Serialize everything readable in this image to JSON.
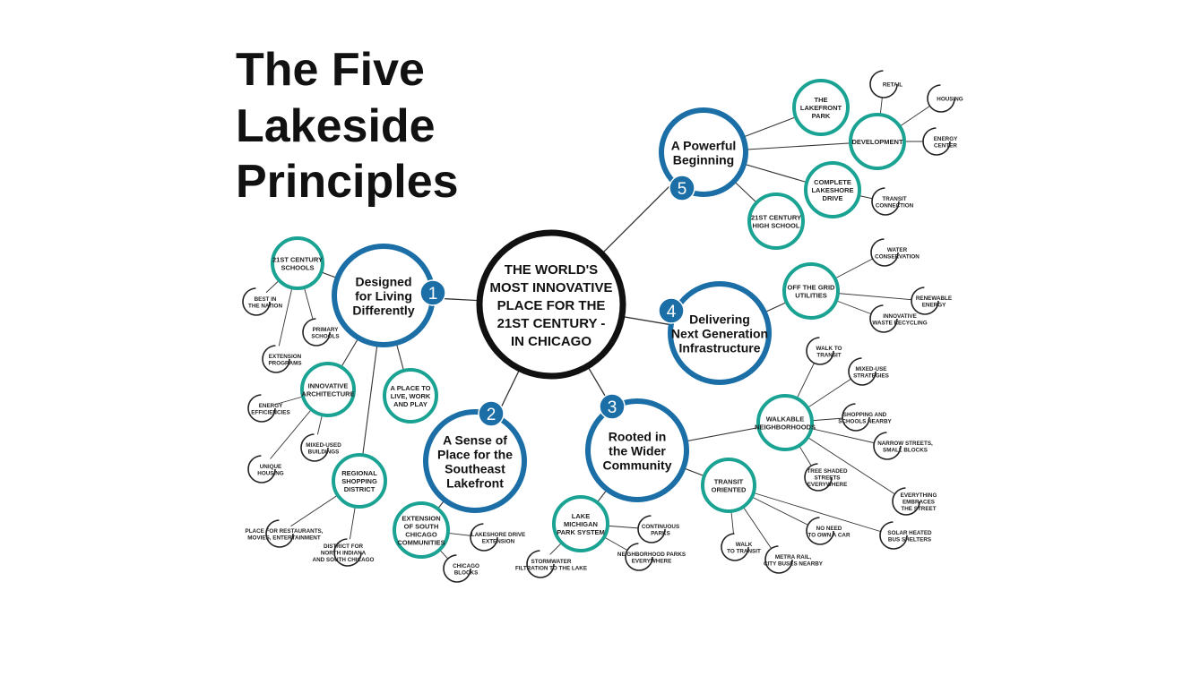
{
  "title": {
    "lines": [
      "The Five",
      "Lakeside",
      "Principles"
    ]
  },
  "colors": {
    "principle": "#1b6fa6",
    "topic": "#1aa393",
    "center": "#111111",
    "leaf": "#222222"
  },
  "center": {
    "lines": [
      "THE WORLD'S",
      "MOST INNOVATIVE",
      "PLACE FOR THE",
      "21ST CENTURY -",
      "IN CHICAGO"
    ]
  },
  "principles": [
    {
      "id": "p1",
      "number": "1",
      "lines": [
        "Designed",
        "for Living",
        "Differently"
      ]
    },
    {
      "id": "p2",
      "number": "2",
      "lines": [
        "A Sense of",
        "Place for the",
        "Southeast",
        "Lakefront"
      ]
    },
    {
      "id": "p3",
      "number": "3",
      "lines": [
        "Rooted in",
        "the Wider",
        "Community"
      ]
    },
    {
      "id": "p4",
      "number": "4",
      "lines": [
        "Delivering",
        "Next Generation",
        "Infrastructure"
      ]
    },
    {
      "id": "p5",
      "number": "5",
      "lines": [
        "A Powerful",
        "Beginning"
      ]
    }
  ],
  "topics": [
    {
      "id": "schools",
      "parent": "p1",
      "lines": [
        "21ST CENTURY",
        "SCHOOLS"
      ]
    },
    {
      "id": "arch",
      "parent": "p1",
      "lines": [
        "INNOVATIVE",
        "ARCHITECTURE"
      ]
    },
    {
      "id": "live",
      "parent": "p1",
      "lines": [
        "A PLACE TO",
        "LIVE, WORK",
        "AND PLAY"
      ]
    },
    {
      "id": "shopping",
      "parent": "p1",
      "lines": [
        "REGIONAL",
        "SHOPPING",
        "DISTRICT"
      ]
    },
    {
      "id": "extension",
      "parent": "p2",
      "lines": [
        "EXTENSION",
        "OF SOUTH",
        "CHICAGO",
        "COMMUNITIES"
      ]
    },
    {
      "id": "lake",
      "parent": "p3",
      "lines": [
        "LAKE",
        "MICHIGAN",
        "PARK SYSTEM"
      ]
    },
    {
      "id": "transit",
      "parent": "p3",
      "lines": [
        "TRANSIT",
        "ORIENTED"
      ]
    },
    {
      "id": "walkable",
      "parent": "p3",
      "lines": [
        "WALKABLE",
        "NEIGHBORHOODS"
      ]
    },
    {
      "id": "offgrid",
      "parent": "p4",
      "lines": [
        "OFF THE GRID",
        "UTILITIES"
      ]
    },
    {
      "id": "lakefront",
      "parent": "p5",
      "lines": [
        "THE",
        "LAKEFRONT",
        "PARK"
      ]
    },
    {
      "id": "development",
      "parent": "p5",
      "lines": [
        "DEVELOPMENT"
      ]
    },
    {
      "id": "lakeshore",
      "parent": "p5",
      "lines": [
        "COMPLETE",
        "LAKESHORE",
        "DRIVE"
      ]
    },
    {
      "id": "highschool",
      "parent": "p5",
      "lines": [
        "21ST CENTURY",
        "HIGH SCHOOL"
      ]
    }
  ],
  "leaves": [
    {
      "id": "l1",
      "parent": "schools",
      "lines": [
        "BEST IN",
        "THE NATION"
      ]
    },
    {
      "id": "l2",
      "parent": "schools",
      "lines": [
        "PRIMARY",
        "SCHOOLS"
      ]
    },
    {
      "id": "l3",
      "parent": "schools",
      "lines": [
        "EXTENSION",
        "PROGRAMS"
      ]
    },
    {
      "id": "l4",
      "parent": "arch",
      "lines": [
        "ENERGY",
        "EFFICIENCIES"
      ]
    },
    {
      "id": "l5",
      "parent": "arch",
      "lines": [
        "MIXED-USED",
        "BUILDINGS"
      ]
    },
    {
      "id": "l6",
      "parent": "arch",
      "lines": [
        "UNIQUE",
        "HOUSING"
      ]
    },
    {
      "id": "l7",
      "parent": "shopping",
      "lines": [
        "PLACE FOR RESTAURANTS,",
        "MOVIES, ENTERTAINMENT"
      ]
    },
    {
      "id": "l8",
      "parent": "shopping",
      "lines": [
        "DISTRICT FOR",
        "NORTH INDIANA",
        "AND SOUTH CHICAGO"
      ]
    },
    {
      "id": "l9",
      "parent": "extension",
      "lines": [
        "LAKESHORE DRIVE",
        "EXTENSION"
      ]
    },
    {
      "id": "l10",
      "parent": "extension",
      "lines": [
        "CHICAGO",
        "BLOCKS"
      ]
    },
    {
      "id": "l11",
      "parent": "lake",
      "lines": [
        "STORMWATER",
        "FILTRATION TO THE LAKE"
      ]
    },
    {
      "id": "l12",
      "parent": "lake",
      "lines": [
        "CONTINUOUS",
        "PARKS"
      ]
    },
    {
      "id": "l13",
      "parent": "lake",
      "lines": [
        "NEIGHBORHOOD PARKS",
        "EVERYWHERE"
      ]
    },
    {
      "id": "l14",
      "parent": "transit",
      "lines": [
        "WALK",
        "TO TRANSIT"
      ]
    },
    {
      "id": "l15",
      "parent": "transit",
      "lines": [
        "METRA RAIL,",
        "CITY BUSES NEARBY"
      ]
    },
    {
      "id": "l16",
      "parent": "transit",
      "lines": [
        "NO NEED",
        "TO OWN A CAR"
      ]
    },
    {
      "id": "l17",
      "parent": "transit",
      "lines": [
        "SOLAR HEATED",
        "BUS SHELTERS"
      ]
    },
    {
      "id": "l18",
      "parent": "walkable",
      "lines": [
        "TREE SHADED",
        "STREETS",
        "EVERYWHERE"
      ]
    },
    {
      "id": "l19",
      "parent": "walkable",
      "lines": [
        "EVERYTHING",
        "EMBRACES",
        "THE STREET"
      ]
    },
    {
      "id": "l20",
      "parent": "walkable",
      "lines": [
        "NARROW STREETS,",
        "SMALL BLOCKS"
      ]
    },
    {
      "id": "l21",
      "parent": "walkable",
      "lines": [
        "SHOPPING AND",
        "SCHOOLS NEARBY"
      ]
    },
    {
      "id": "l22",
      "parent": "walkable",
      "lines": [
        "MIXED-USE",
        "STRATEGIES"
      ]
    },
    {
      "id": "l23",
      "parent": "walkable",
      "lines": [
        "WALK TO",
        "TRANSIT"
      ]
    },
    {
      "id": "l24",
      "parent": "offgrid",
      "lines": [
        "INNOVATIVE",
        "WASTE RECYCLING"
      ]
    },
    {
      "id": "l25",
      "parent": "offgrid",
      "lines": [
        "RENEWABLE",
        "ENERGY"
      ]
    },
    {
      "id": "l26",
      "parent": "offgrid",
      "lines": [
        "WATER",
        "CONSERVATION"
      ]
    },
    {
      "id": "l27",
      "parent": "lakeshore",
      "lines": [
        "TRANSIT",
        "CONNECTION"
      ]
    },
    {
      "id": "l28",
      "parent": "development",
      "lines": [
        "ENERGY",
        "CENTER"
      ]
    },
    {
      "id": "l29",
      "parent": "development",
      "lines": [
        "HOUSING"
      ]
    },
    {
      "id": "l30",
      "parent": "development",
      "lines": [
        "RETAIL"
      ]
    }
  ]
}
